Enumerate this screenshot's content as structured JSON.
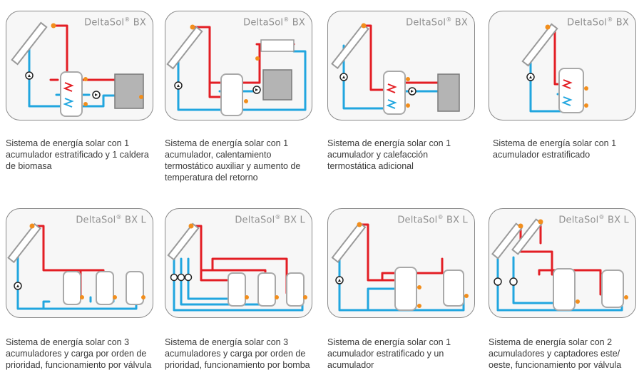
{
  "colors": {
    "hot": "#e31e24",
    "cold": "#21a6df",
    "sensor": "#f28e1c",
    "tank": "#a9a9a9"
  },
  "systems": [
    {
      "brand": "DeltaSol",
      "model": "BX",
      "caption": "Sistema de energía solar con 1 acumulador estratificado y 1 caldera de biomasa"
    },
    {
      "brand": "DeltaSol",
      "model": "BX",
      "caption": "Sistema de energía solar con 1 acumulador, calentamiento termostático auxiliar y aumento de temperatura del retorno"
    },
    {
      "brand": "DeltaSol",
      "model": "BX",
      "caption": "Sistema de energía solar con 1 acumulador y calefacción termostática adicional"
    },
    {
      "brand": "DeltaSol",
      "model": "BX",
      "caption": "Sistema de energía solar con 1 acumulador estratificado"
    },
    {
      "brand": "DeltaSol",
      "model": "BX L",
      "caption": "Sistema de energía solar con 3 acumuladores y carga por orden de prioridad, funcionamiento por válvula"
    },
    {
      "brand": "DeltaSol",
      "model": "BX L",
      "caption": "Sistema de energía solar con 3 acumuladores y carga por orden de prioridad, funcionamiento por bomba"
    },
    {
      "brand": "DeltaSol",
      "model": "BX L",
      "caption": "Sistema de energía solar con 1 acumulador estratificado y un acumulador"
    },
    {
      "brand": "DeltaSol",
      "model": "BX L",
      "caption": "Sistema de energía solar con 2 acumuladores y captadores este/ oeste, funcionamiento por válvula"
    }
  ]
}
